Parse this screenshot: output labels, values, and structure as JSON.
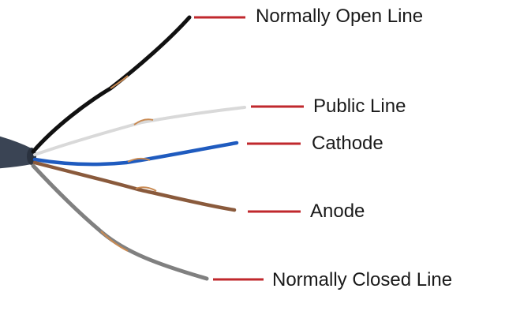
{
  "labels": {
    "normally_open": "Normally Open Line",
    "public": "Public Line",
    "cathode": "Cathode",
    "anode": "Anode",
    "normally_closed": "Normally Closed Line"
  },
  "colors": {
    "leader_line": "#c0282d",
    "cable_jacket": "#3a4454",
    "wire_black": "#111111",
    "wire_white": "#d9d9d9",
    "wire_blue": "#1f5bbf",
    "wire_brown": "#8a5a3c",
    "wire_gray": "#808080",
    "copper": "#c98a52"
  }
}
